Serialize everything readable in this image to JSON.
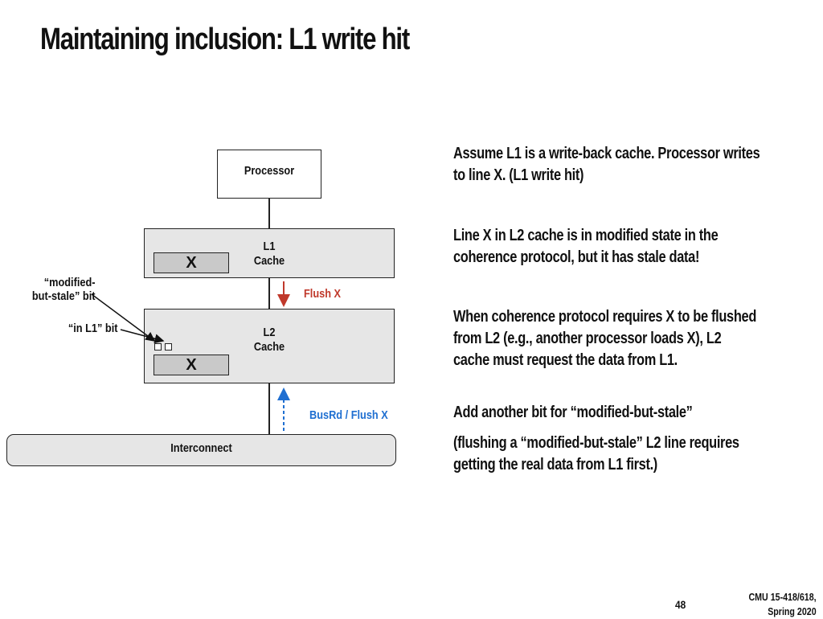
{
  "slide": {
    "title": "Maintaining inclusion: L1 write hit",
    "page_number": "48",
    "course": [
      "CMU 15-418/618,",
      "Spring 2020"
    ]
  },
  "diagram": {
    "processor_label": "Processor",
    "l1_label": [
      "L1",
      "Cache"
    ],
    "l1_line_label": "X",
    "l2_label": [
      "L2",
      "Cache"
    ],
    "l2_line_label": "X",
    "interconnect_label": "Interconnect",
    "flush_label": "Flush X",
    "busrd_label": "BusRd / Flush X",
    "modified_stale_label": [
      "“modified-",
      "but-stale” bit"
    ],
    "in_l1_label": "“in L1” bit",
    "colors": {
      "flush": "#c0392b",
      "busrd": "#1f6fd1"
    }
  },
  "text": {
    "p1": [
      "Assume L1 is a write-back cache.  Processor writes",
      "to line X. (L1 write hit)"
    ],
    "p2": [
      "Line X in L2 cache is in modified state in the",
      "coherence protocol, but it has stale data!"
    ],
    "p3": [
      "When coherence protocol requires X to be flushed",
      "from L2 (e.g., another processor loads  X), L2",
      "cache must request the data from L1."
    ],
    "p4": [
      "Add another bit for “modified-but-stale”"
    ],
    "p5": [
      "(flushing a “modified-but-stale” L2 line requires",
      "getting the real data from L1 first.)"
    ]
  }
}
